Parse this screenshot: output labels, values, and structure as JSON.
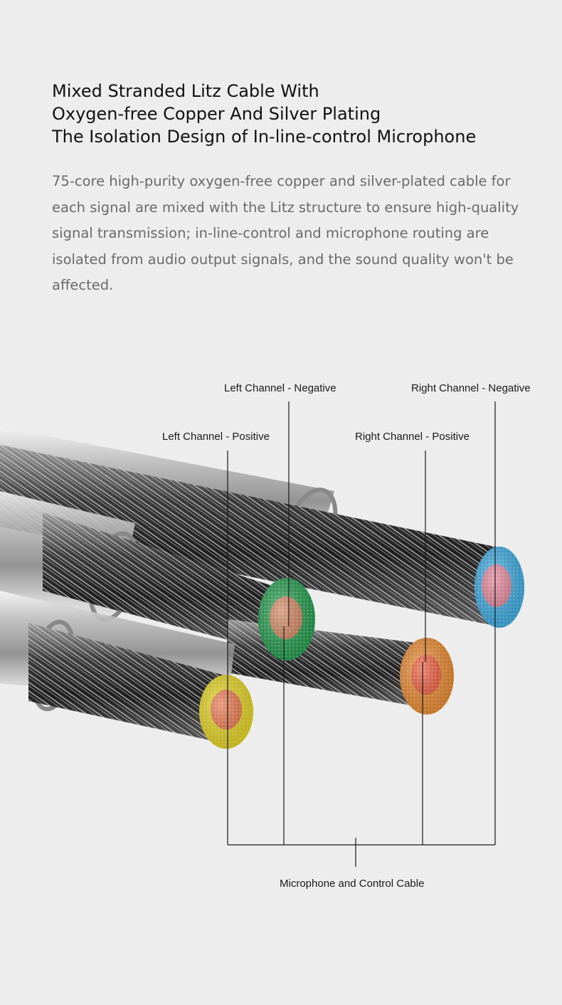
{
  "heading": {
    "line1": "Mixed Stranded Litz Cable With",
    "line2": "Oxygen-free Copper And Silver Plating",
    "line3": "The Isolation Design of In-line-control Microphone"
  },
  "description": "75-core high-purity oxygen-free copper and silver-plated cable for each signal are mixed with the Litz structure to ensure high-quality signal transmission; in-line-control and microphone routing are isolated from audio output signals, and the sound quality won't be affected.",
  "labels": {
    "left_negative": "Left Channel - Negative",
    "right_negative": "Right Channel - Negative",
    "left_positive": "Left Channel - Positive",
    "right_positive": "Right Channel - Positive",
    "mic_control": "Microphone and Control Cable"
  },
  "colors": {
    "background": "#ededed",
    "heading_text": "#111111",
    "description_text": "#6a6a6a",
    "core_yellow": "#e3d21a",
    "core_green": "#1f9a4a",
    "core_orange": "#e8862a",
    "core_blue": "#38a9e0",
    "copper_center": "#e2683c",
    "pink_center": "#d9758a"
  }
}
